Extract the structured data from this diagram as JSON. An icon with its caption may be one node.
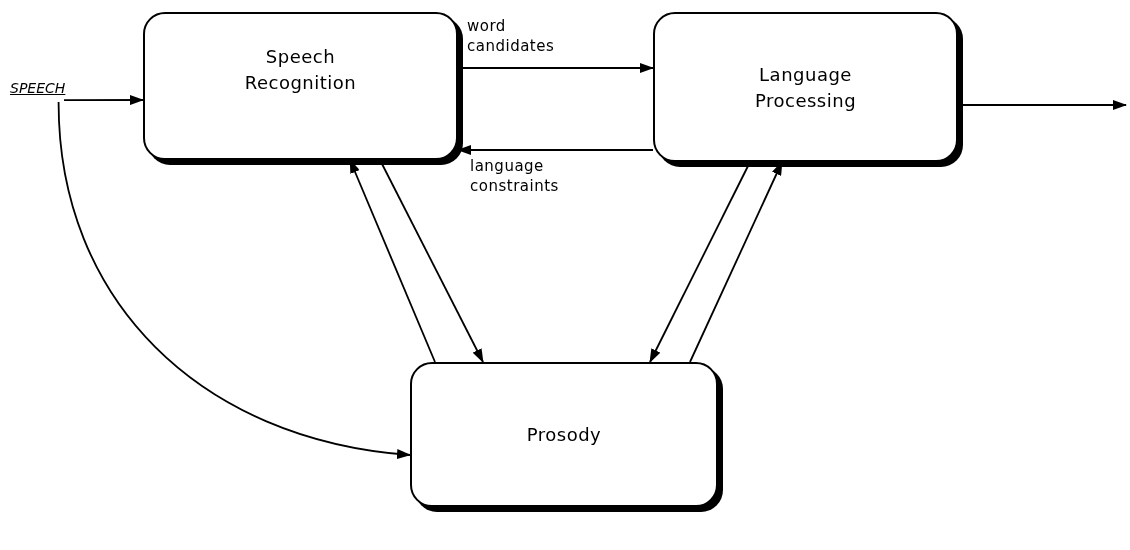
{
  "diagram": {
    "nodes": [
      {
        "text": [
          "SPEECH"
        ]
      },
      {
        "text": [
          "Speech Recognition"
        ]
      },
      {
        "text": [
          "Language Processing"
        ]
      },
      {
        "text": [
          "Prosody"
        ]
      }
    ],
    "edges": [
      {
        "from": 0,
        "to": 1,
        "arrow": "to"
      },
      {
        "from": 0,
        "to": 3,
        "arrow": "to"
      },
      {
        "from": 1,
        "to": 2,
        "arrow": "to",
        "label": "word candidates"
      },
      {
        "from": 2,
        "to": 1,
        "arrow": "to",
        "label": "language constraints"
      },
      {
        "from": 3,
        "to": 1,
        "arrow": "to"
      },
      {
        "from": 1,
        "to": 3,
        "arrow": "to"
      },
      {
        "from": 2,
        "to": 3,
        "arrow": "to"
      },
      {
        "from": 3,
        "to": 2,
        "arrow": "to"
      },
      {
        "from": 2,
        "to": null,
        "arrow": "to"
      }
    ]
  }
}
